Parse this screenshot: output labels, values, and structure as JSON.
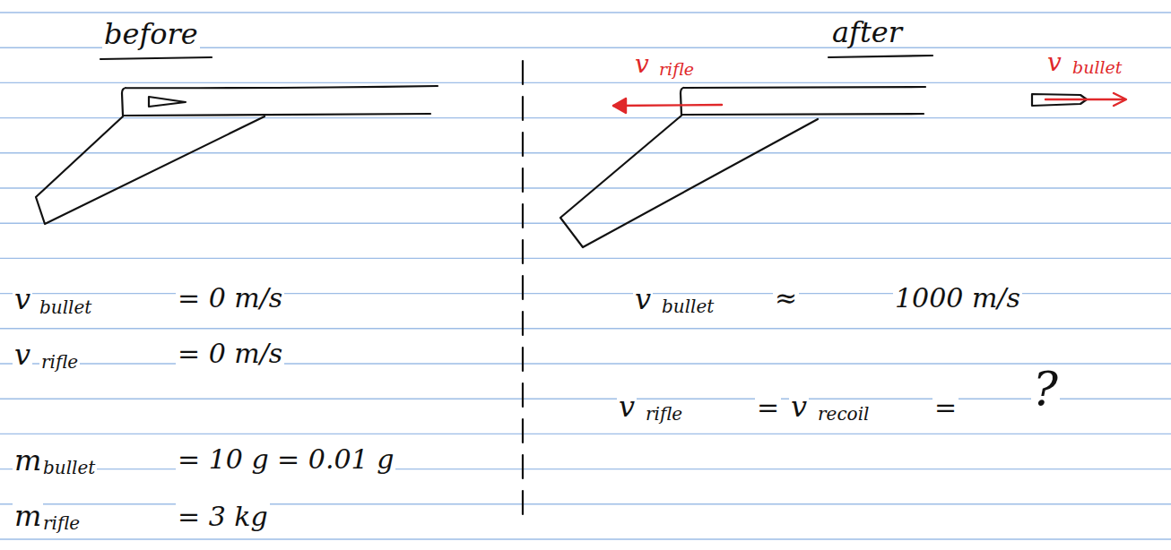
{
  "diagram": {
    "labels": [
      "before",
      "after",
      "v",
      "rifle",
      "v",
      "bullet",
      "v",
      "bullet",
      "= 0 m/s",
      "v",
      "rifle",
      "= 0 m/s",
      "m",
      "bullet",
      "= 10 g = 0.01 g",
      "m",
      "rifle",
      "= 3 kg",
      "v",
      "bullet",
      "≈",
      "1000 m/s",
      "v",
      "rifle",
      "=",
      "v",
      "recoil",
      "=",
      "?"
    ]
  }
}
